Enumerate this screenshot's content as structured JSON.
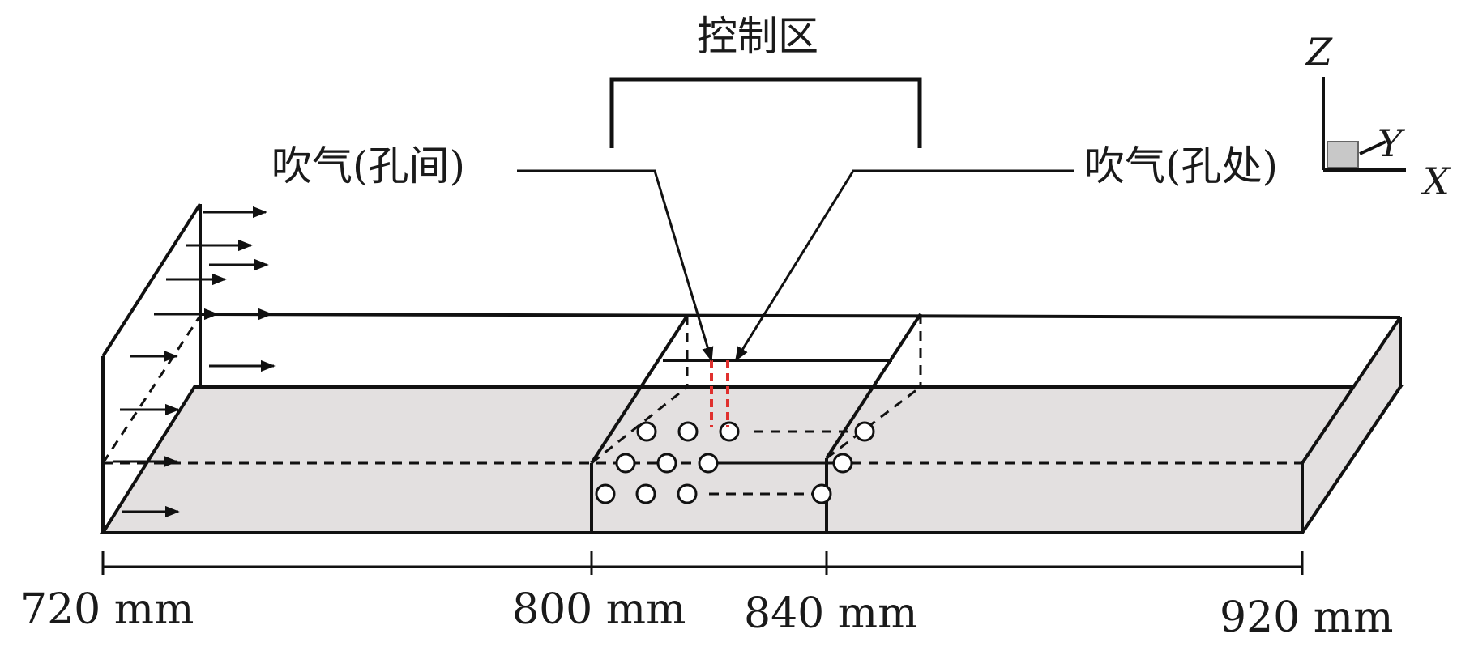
{
  "labels": {
    "control_zone": "控制区",
    "blow_between_holes": "吹气(孔间)",
    "blow_at_holes": "吹气(孔处)"
  },
  "axes": {
    "z": "Z",
    "y": "Y",
    "x": "X"
  },
  "dimensions": [
    "720 mm",
    "800 mm",
    "840 mm",
    "920 mm"
  ],
  "colors": {
    "line": "#111111",
    "floor_fill": "#e3e0e0",
    "blowing_slot": "#e0302e",
    "axis_cube": "#c8c8c8"
  }
}
